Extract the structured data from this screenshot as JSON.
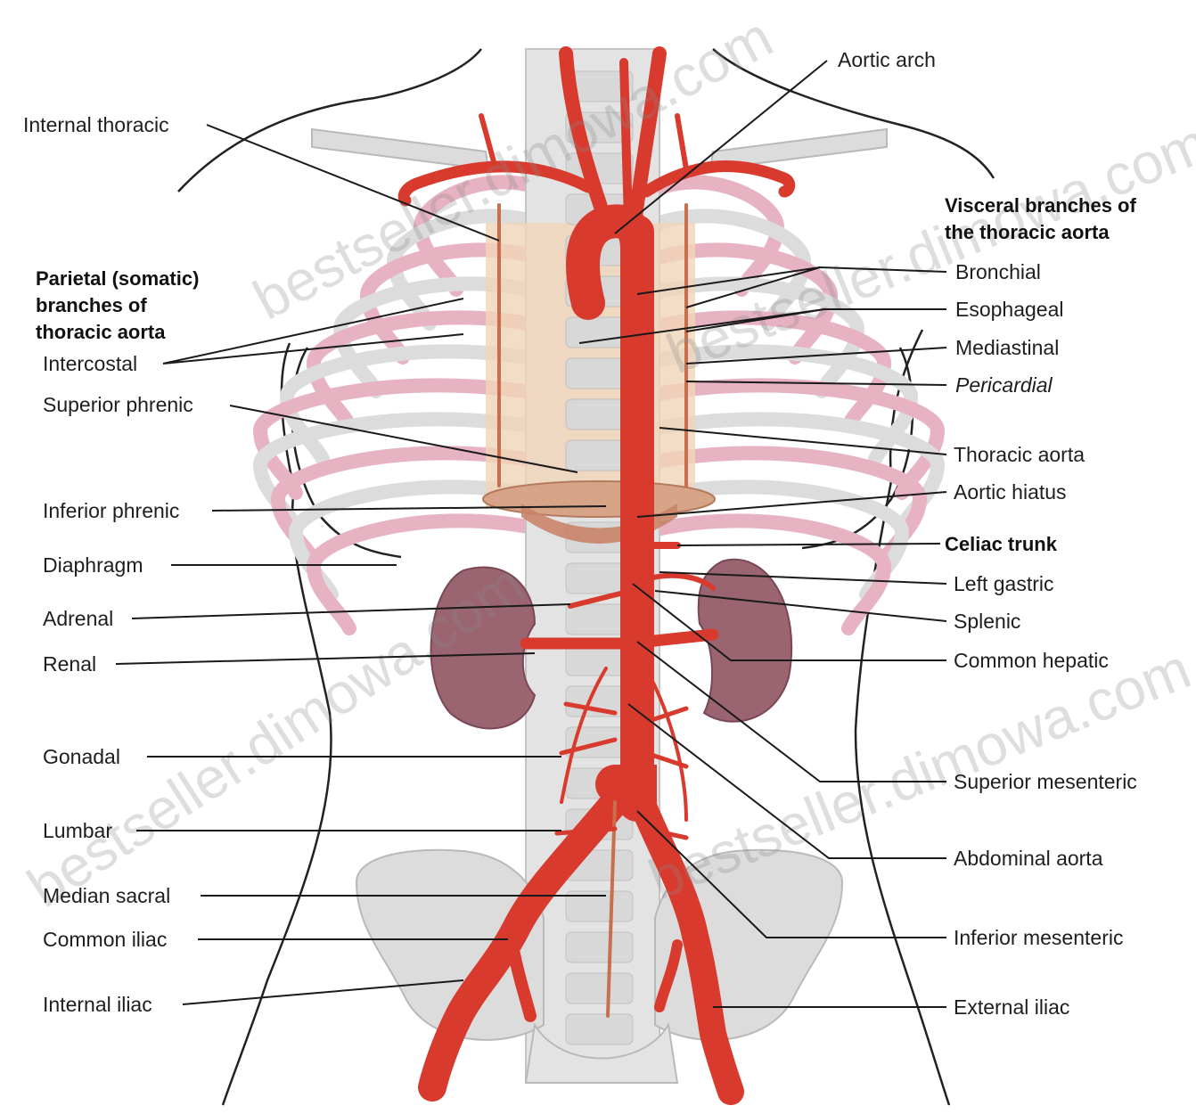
{
  "headers": {
    "parietal": [
      "Parietal (somatic)",
      "branches of",
      "thoracic aorta"
    ],
    "visceral": [
      "Visceral branches of",
      "the thoracic aorta"
    ]
  },
  "labels_left": {
    "internal_thoracic": "Internal thoracic",
    "intercostal": "Intercostal",
    "superior_phrenic": "Superior phrenic",
    "inferior_phrenic": "Inferior phrenic",
    "diaphragm": "Diaphragm",
    "adrenal": "Adrenal",
    "renal": "Renal",
    "gonadal": "Gonadal",
    "lumbar": "Lumbar",
    "median_sacral": "Median sacral",
    "common_iliac": "Common iliac",
    "internal_iliac": "Internal iliac"
  },
  "labels_right": {
    "aortic_arch": "Aortic arch",
    "bronchial": "Bronchial",
    "esophageal": "Esophageal",
    "mediastinal": "Mediastinal",
    "pericardial": "Pericardial",
    "thoracic_aorta": "Thoracic aorta",
    "aortic_hiatus": "Aortic hiatus",
    "celiac_trunk": "Celiac trunk",
    "left_gastric": "Left gastric",
    "splenic": "Splenic",
    "common_hepatic": "Common hepatic",
    "superior_mesenteric": "Superior mesenteric",
    "abdominal_aorta": "Abdominal aorta",
    "inferior_mesenteric": "Inferior mesenteric",
    "external_iliac": "External iliac"
  },
  "watermark": "bestseller.dimowa.com",
  "colors": {
    "artery": "#d93a2e",
    "artery_dark": "#b52a22",
    "bone": "#dcdcdc",
    "bone_edge": "#b9b9b9",
    "kidney": "#9a6470",
    "diaphragm": "#c98468",
    "tissue": "#f1d5b8",
    "rib_pink": "#e7b3c3"
  }
}
